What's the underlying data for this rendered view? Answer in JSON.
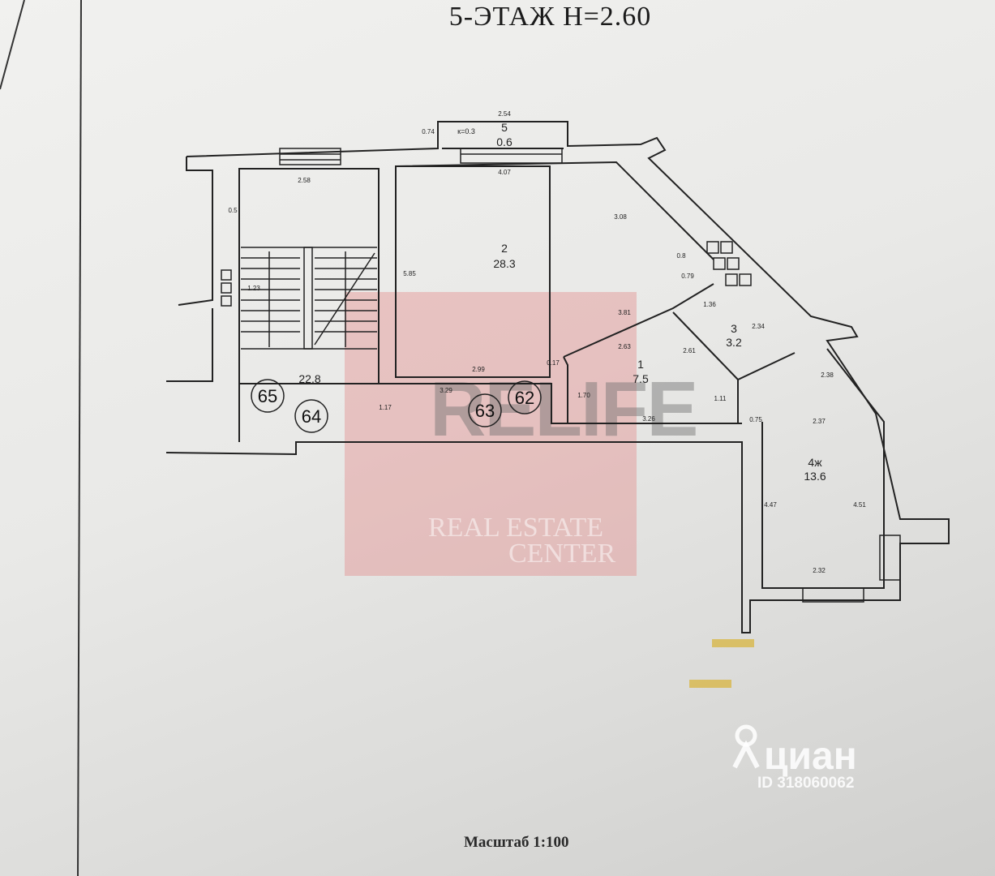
{
  "title": "5-ЭТАЖ Н=2.60",
  "scale_label": "Масштаб 1:100",
  "rooms": [
    {
      "number": "2",
      "area": "28.3"
    },
    {
      "number": "1",
      "area": "7.5"
    },
    {
      "number": "3",
      "area": "3.2"
    },
    {
      "number": "4ж",
      "area": "13.6"
    },
    {
      "number": "5",
      "area": "0.6"
    },
    {
      "number": "",
      "area": "22.8"
    }
  ],
  "balcony_note": "к=0.3",
  "dimensions": [
    "2.54",
    "0.74",
    "2.58",
    "4.07",
    "3.08",
    "5.85",
    "2.99",
    "3.29",
    "3.81",
    "2.63",
    "2.61",
    "1.36",
    "2.34",
    "0.79",
    "0.8",
    "0.17",
    "1.70",
    "3.26",
    "1.11",
    "0.75",
    "2.37",
    "2.38",
    "4.47",
    "4.51",
    "2.32",
    "1.23",
    "1.17",
    "0.5"
  ],
  "apartment_markers": [
    "65",
    "64",
    "63",
    "62"
  ],
  "watermark": {
    "brand": "RELIFE",
    "line1": "REAL ESTATE",
    "line2": "CENTER"
  },
  "cian": {
    "name": "циан",
    "id": "ID 318060062"
  }
}
